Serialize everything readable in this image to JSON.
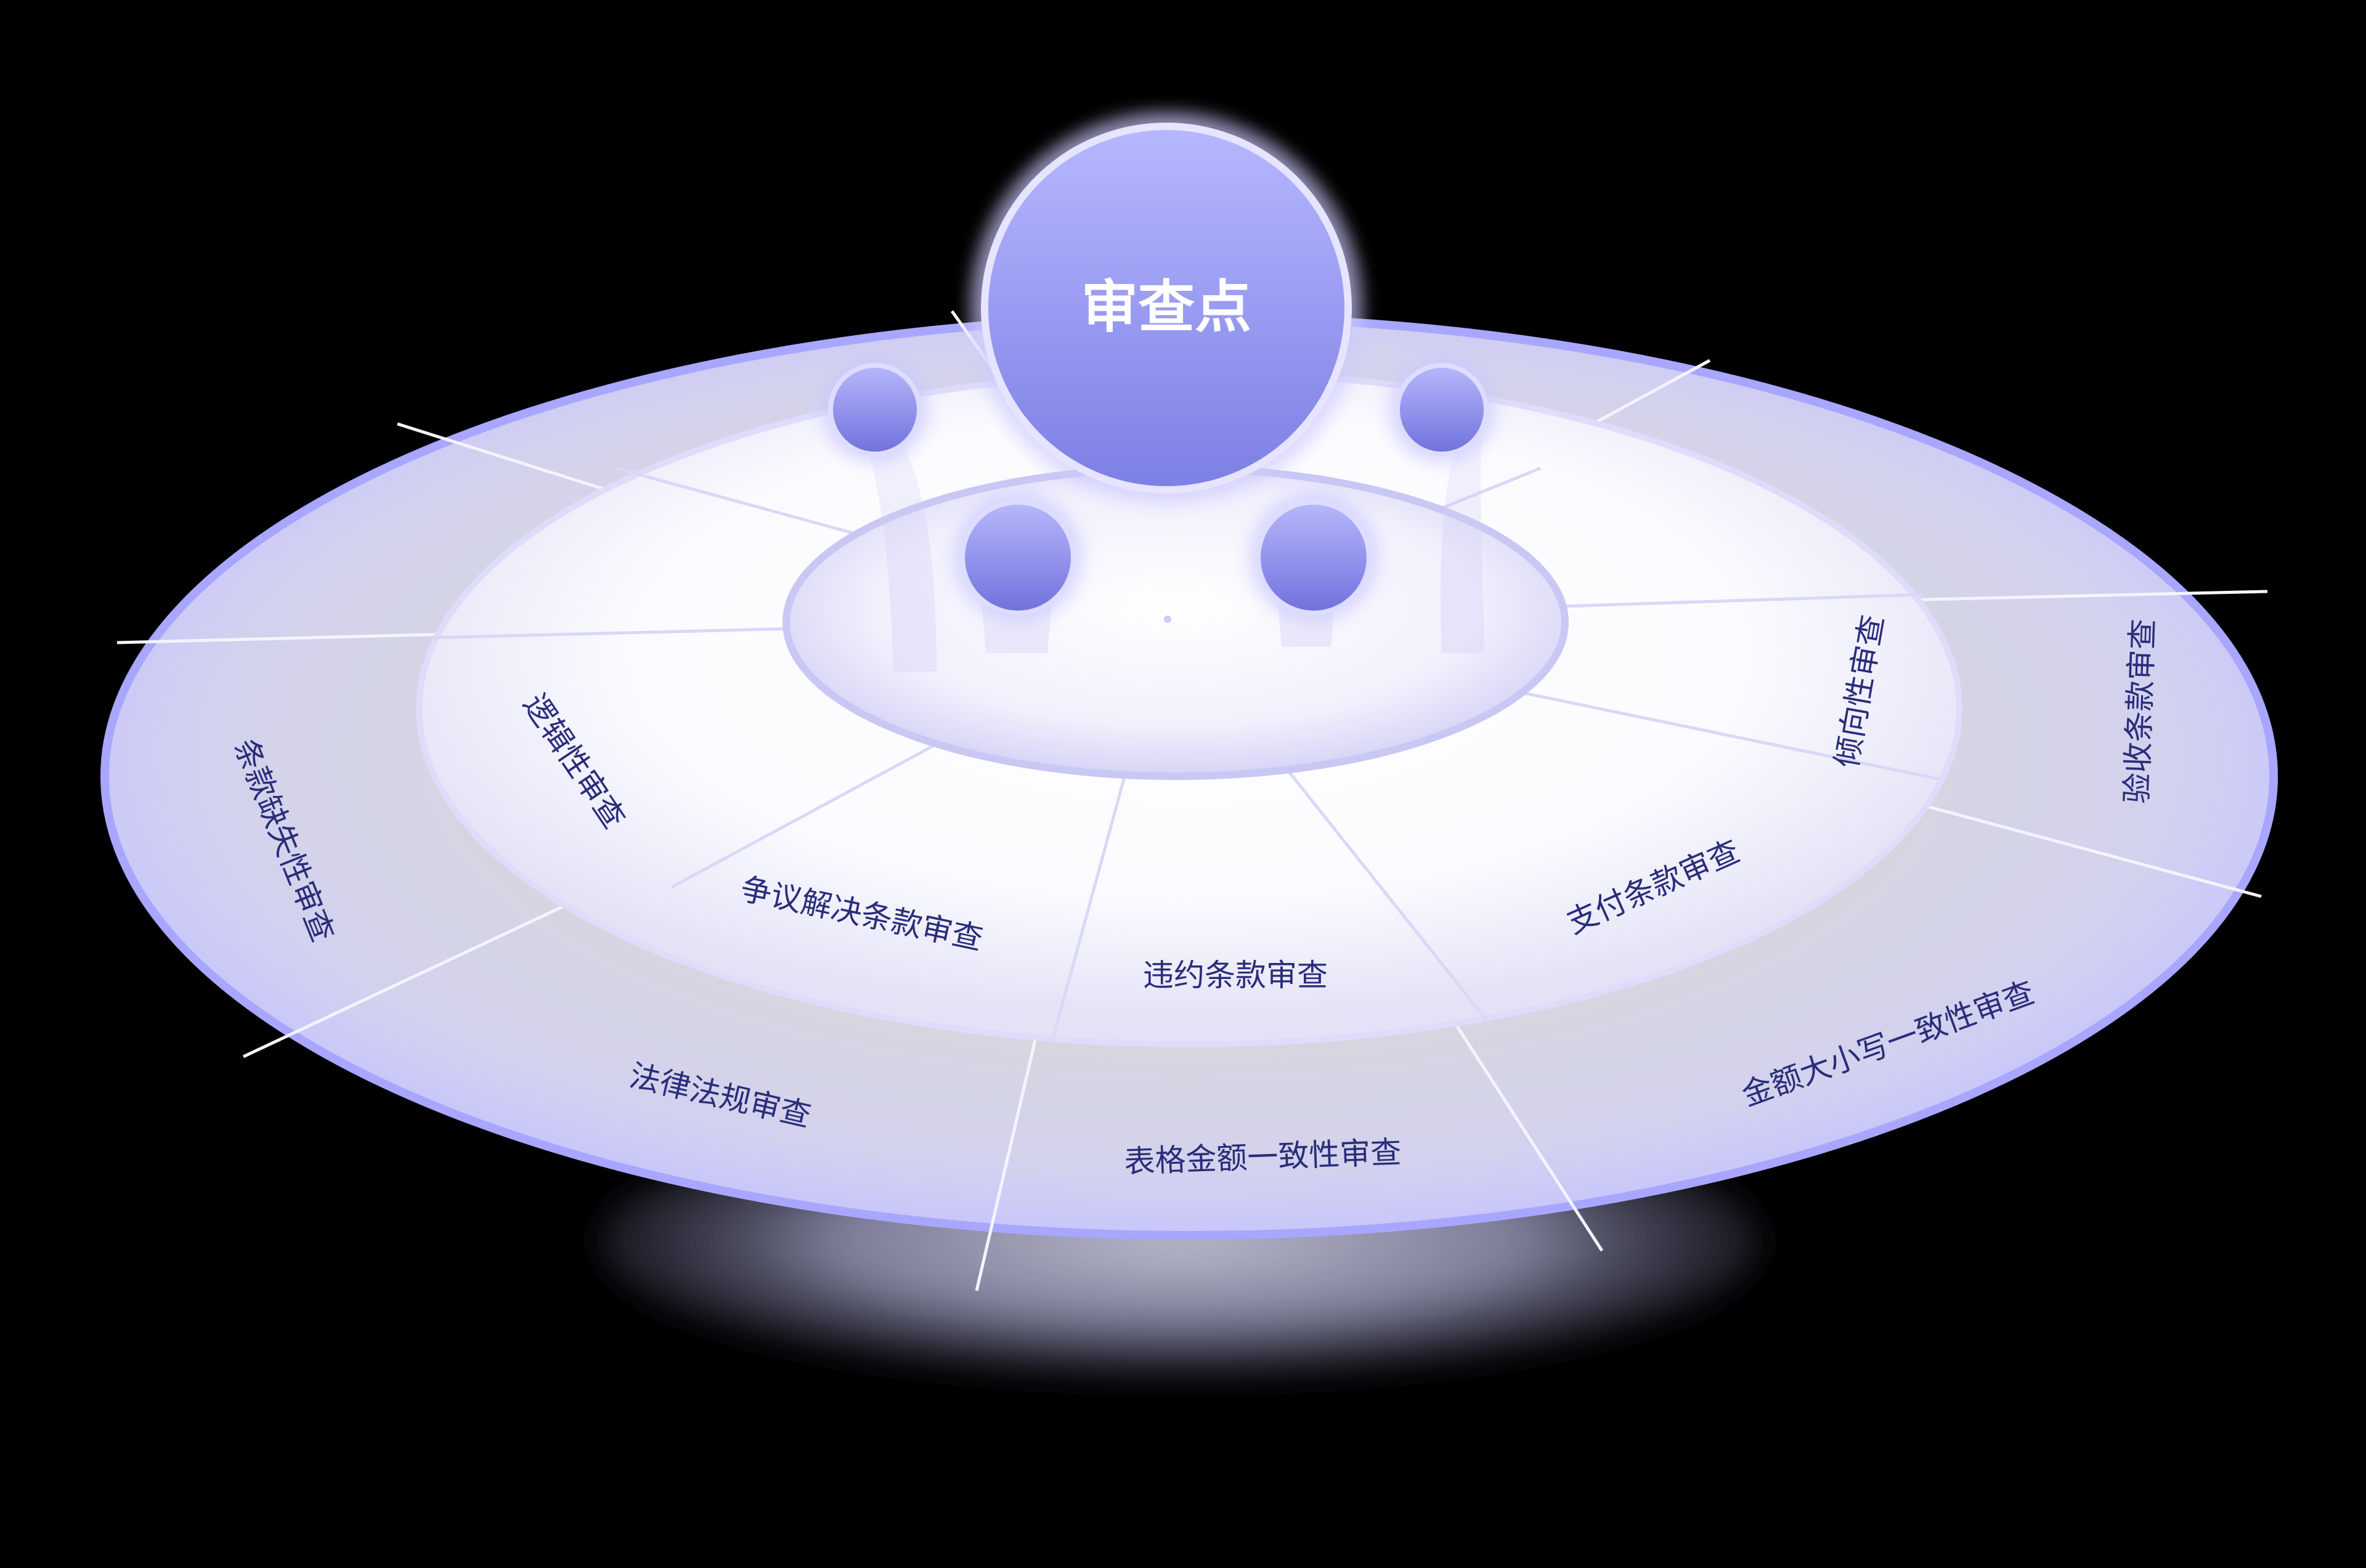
{
  "diagram": {
    "center_title": "审查点",
    "outer_ring_labels": {
      "left": "条款缺失性审查",
      "bottom_left": "法律法规审查",
      "bottom": "表格金额一致性审查",
      "bottom_right": "金额大小写一致性审查",
      "right": "验收条款审查"
    },
    "inner_ring_labels": {
      "left": "逻辑性审查",
      "bottom_left": "争议解决条款审查",
      "bottom": "违约条款审查",
      "bottom_right": "支付条款审查",
      "right": "倾向性审查"
    }
  }
}
